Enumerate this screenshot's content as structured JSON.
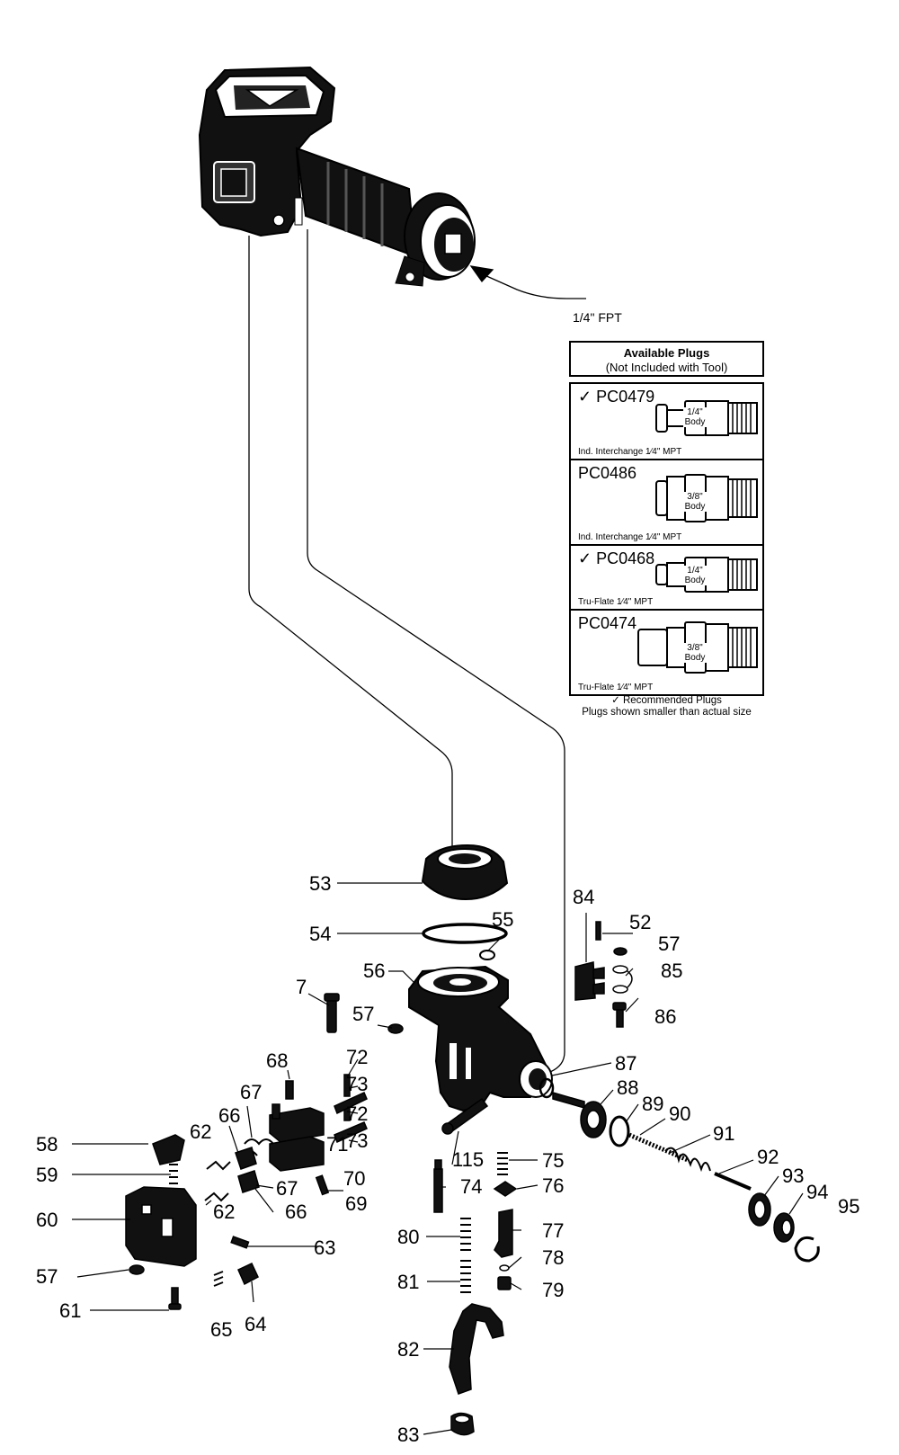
{
  "fpt_label": "1/4\" FPT",
  "plug_table": {
    "title": "Available Plugs",
    "subtitle": "(Not Included with Tool)",
    "rows": [
      {
        "code": "✓ PC0479",
        "body": "1/4\" Body",
        "desc": "Ind. Interchange 1⁄4\" MPT",
        "recommended": true
      },
      {
        "code": "PC0486",
        "body": "3/8\" Body",
        "desc": "Ind. Interchange 1⁄4\" MPT",
        "recommended": false
      },
      {
        "code": "✓ PC0468",
        "body": "1/4\" Body",
        "desc": "Tru-Flate 1⁄4\" MPT",
        "recommended": true
      },
      {
        "code": "PC0474",
        "body": "3/8\" Body",
        "desc": "Tru-Flate 1⁄4\" MPT",
        "recommended": false
      }
    ],
    "note_recommended": "✓ Recommended Plugs",
    "note_size": "Plugs shown smaller than actual size"
  },
  "part_labels": [
    "53",
    "54",
    "55",
    "56",
    "7",
    "57",
    "84",
    "52",
    "57",
    "85",
    "86",
    "68",
    "72",
    "73",
    "72",
    "73",
    "67",
    "66",
    "62",
    "71",
    "70",
    "58",
    "59",
    "60",
    "62",
    "67",
    "66",
    "69",
    "63",
    "57",
    "61",
    "65",
    "64",
    "115",
    "74",
    "75",
    "76",
    "77",
    "80",
    "78",
    "81",
    "79",
    "82",
    "83",
    "87",
    "88",
    "89",
    "90",
    "91",
    "92",
    "93",
    "94",
    "95"
  ]
}
